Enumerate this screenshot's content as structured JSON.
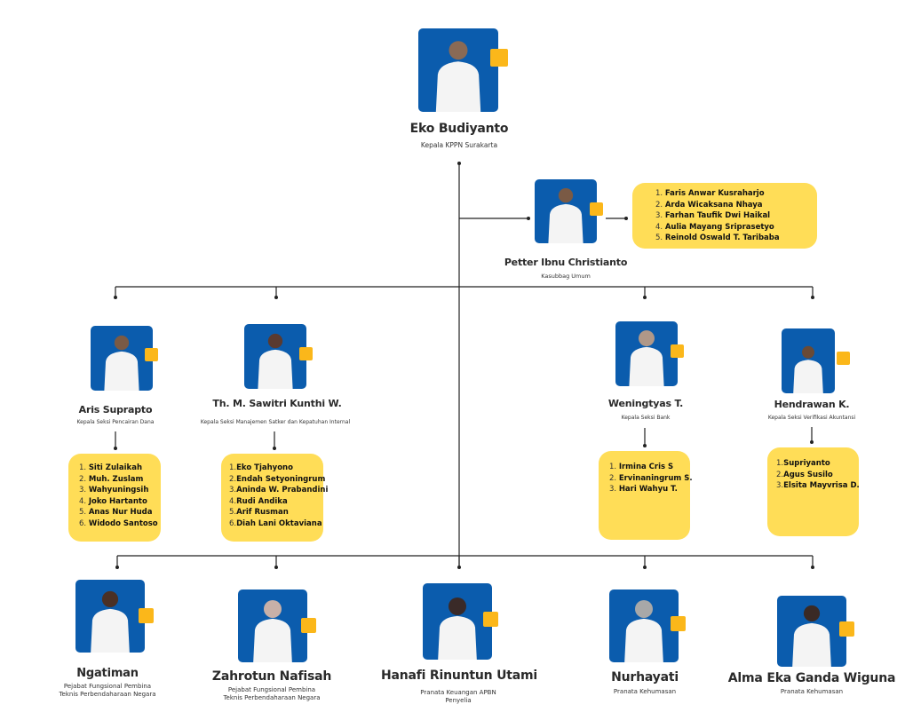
{
  "colors": {
    "photo_bg": "#0b5cad",
    "accent": "#fbb71a",
    "card": "#ffdd57",
    "line": "#222222"
  },
  "head": {
    "name": "Eko Budiyanto",
    "role": "Kepala KPPN Surakarta"
  },
  "subbag": {
    "name": "Petter Ibnu Christianto",
    "role": "Kasubbag Umum",
    "staff": [
      {
        "n": "1.",
        "name": "Faris Anwar Kusraharjo"
      },
      {
        "n": "2.",
        "name": "Arda Wicaksana Nhaya"
      },
      {
        "n": "3.",
        "name": "Farhan Taufik Dwi Haikal"
      },
      {
        "n": "4.",
        "name": "Aulia Mayang Sriprasetyo"
      },
      {
        "n": "5.",
        "name": "Reinold Oswald T. Taribaba"
      }
    ]
  },
  "sections": [
    {
      "name": "Aris Suprapto",
      "role": "Kepala Seksi Pencairan Dana",
      "staff": [
        {
          "n": "1.",
          "name": "Siti Zulaikah"
        },
        {
          "n": "2.",
          "name": "Muh. Zuslam"
        },
        {
          "n": "3.",
          "name": "Wahyuningsih"
        },
        {
          "n": "4.",
          "name": "Joko Hartanto"
        },
        {
          "n": "5.",
          "name": "Anas Nur Huda"
        },
        {
          "n": "6.",
          "name": "Widodo Santoso"
        }
      ]
    },
    {
      "name": "Th. M. Sawitri Kunthi W.",
      "role": "Kepala Seksi Manajemen Satker dan Kepatuhan Internal",
      "staff": [
        {
          "n": "1.",
          "name": "Eko Tjahyono"
        },
        {
          "n": "2.",
          "name": "Endah Setyoningrum"
        },
        {
          "n": "3.",
          "name": "Aninda W. Prabandini"
        },
        {
          "n": "4.",
          "name": "Rudi Andika"
        },
        {
          "n": "5.",
          "name": "Arif Rusman"
        },
        {
          "n": "6.",
          "name": "Diah Lani Oktaviana"
        }
      ]
    },
    {
      "name": "Weningtyas T.",
      "role": "Kepala Seksi Bank",
      "staff": [
        {
          "n": "1.",
          "name": "Irmina Cris S"
        },
        {
          "n": "2.",
          "name": "Ervinaningrum S."
        },
        {
          "n": "3.",
          "name": "Hari Wahyu T."
        }
      ]
    },
    {
      "name": "Hendrawan K.",
      "role": "Kepala Seksi Verifikasi Akuntansi",
      "staff": [
        {
          "n": "1.",
          "name": "Supriyanto"
        },
        {
          "n": "2.",
          "name": "Agus Susilo"
        },
        {
          "n": "3.",
          "name": "Elsita Mayvrisa D."
        }
      ]
    }
  ],
  "functional": [
    {
      "name": "Ngatiman",
      "role": "Pejabat Fungsional Pembina Teknis Perbendaharaan Negara"
    },
    {
      "name": "Zahrotun Nafisah",
      "role": "Pejabat Fungsional Pembina Teknis Perbendaharaan Negara"
    },
    {
      "name": "Hanafi Rinuntun Utami",
      "role": "Pranata Keuangan APBN Penyelia"
    },
    {
      "name": "Nurhayati",
      "role": "Pranata Kehumasan"
    },
    {
      "name": "Alma Eka Ganda Wiguna",
      "role": "Pranata Kehumasan"
    }
  ]
}
